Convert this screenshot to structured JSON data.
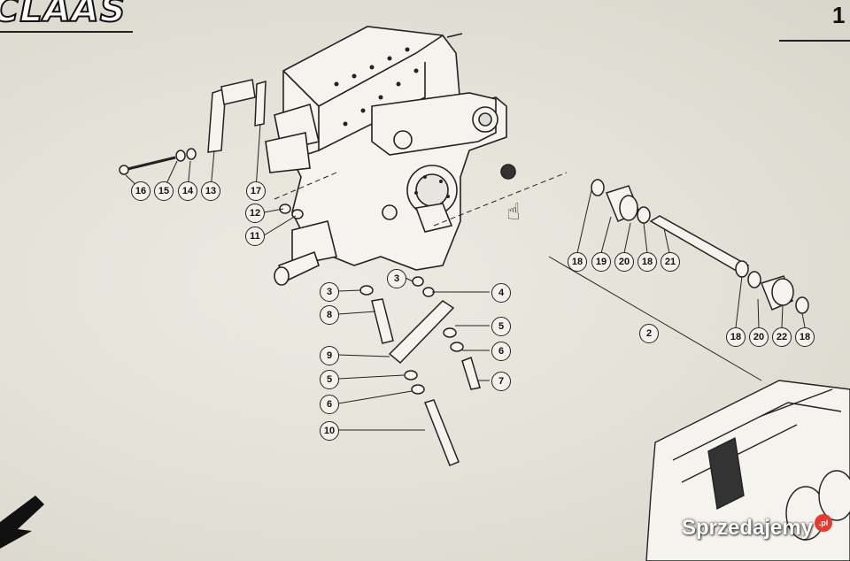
{
  "header": {
    "brand": "CLAAS",
    "page_number": "1"
  },
  "watermark": {
    "text": "Sprzedajemy",
    "suffix": ".pl",
    "color": "#e23b2f"
  },
  "callouts": [
    {
      "num": "16",
      "type": "circle"
    },
    {
      "num": "15",
      "type": "circle"
    },
    {
      "num": "14",
      "type": "circle"
    },
    {
      "num": "13",
      "type": "circle"
    },
    {
      "num": "17",
      "type": "circle"
    },
    {
      "num": "12",
      "type": "circle"
    },
    {
      "num": "11",
      "type": "circle"
    },
    {
      "num": "3",
      "type": "circle"
    },
    {
      "num": "8",
      "type": "circle"
    },
    {
      "num": "9",
      "type": "circle"
    },
    {
      "num": "5",
      "type": "circle"
    },
    {
      "num": "6",
      "type": "circle"
    },
    {
      "num": "10",
      "type": "circle"
    },
    {
      "num": "3",
      "type": "circle"
    },
    {
      "num": "4",
      "type": "circle"
    },
    {
      "num": "5",
      "type": "circle"
    },
    {
      "num": "6",
      "type": "circle"
    },
    {
      "num": "7",
      "type": "circle"
    },
    {
      "num": "18",
      "type": "circle"
    },
    {
      "num": "19",
      "type": "circle"
    },
    {
      "num": "20",
      "type": "circle"
    },
    {
      "num": "18",
      "type": "circle"
    },
    {
      "num": "21",
      "type": "circle"
    },
    {
      "num": "2",
      "type": "circle"
    },
    {
      "num": "18",
      "type": "circle"
    },
    {
      "num": "20",
      "type": "circle"
    },
    {
      "num": "22",
      "type": "circle"
    },
    {
      "num": "18",
      "type": "circle"
    }
  ]
}
